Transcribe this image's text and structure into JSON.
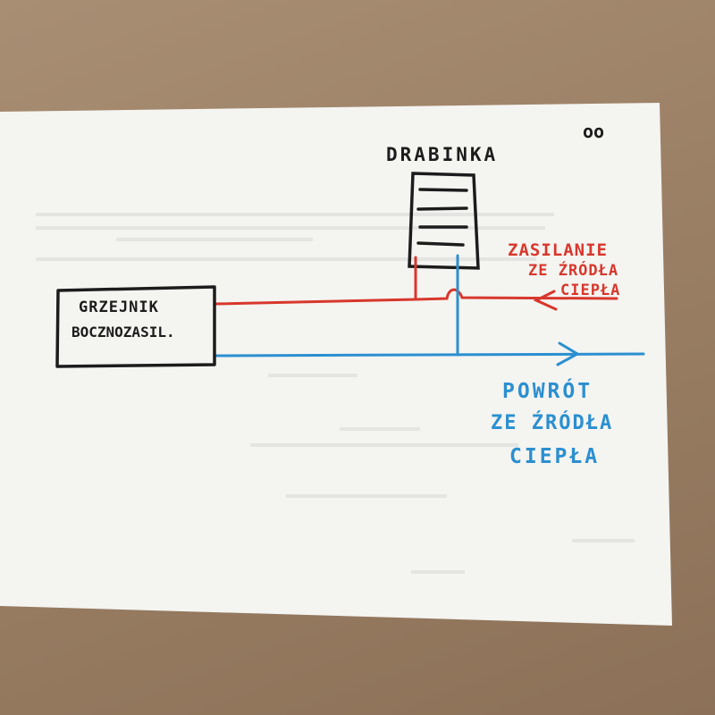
{
  "colors": {
    "supply": "#d8372c",
    "return": "#2b8fd0",
    "ink": "#1c1c1c",
    "paper": "#f5f5f2",
    "background": "#9d8268"
  },
  "labels": {
    "ladder": "DRABINKA",
    "radiator_line1": "GRZEJNIK",
    "radiator_line2": "BOCZNOZASIL.",
    "supply_line1": "ZASILANIE",
    "supply_line2": "ZE ŹRÓDŁA",
    "supply_line3": "CIEPŁA",
    "return_line1": "POWRÓT",
    "return_line2": "ZE ŹRÓDŁA",
    "return_line3": "CIEPŁA",
    "corner_mark": "oo"
  }
}
